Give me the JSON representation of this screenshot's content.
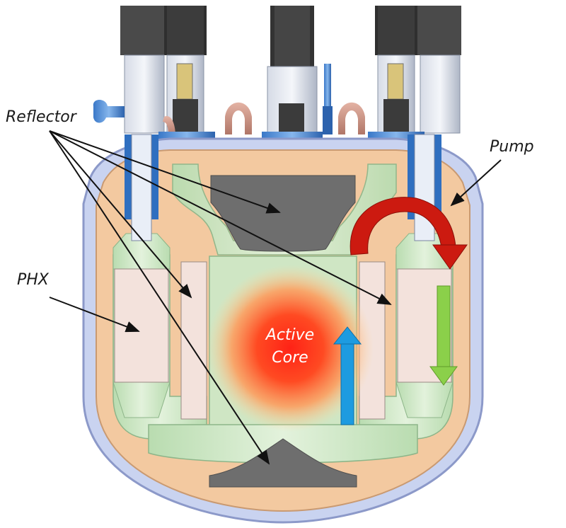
{
  "labels": {
    "reflector": "Reflector",
    "pump": "Pump",
    "phx": "PHX",
    "core_line1": "Active",
    "core_line2": "Core"
  },
  "colors": {
    "vessel_outline": "#b9c6ea",
    "reflector_fill": "#f3c9a0",
    "salt_flow": "#cfe6c4",
    "graphite": "#6e6e6e",
    "phx_fill": "#f3e2dc",
    "core_hot": "#ff2a1a",
    "arrow_up": "#1d9be0",
    "arrow_down": "#8bd04a",
    "arrow_pump": "#cc1a10",
    "drive_dark": "#3a3a3a"
  },
  "icons": {
    "pump_arrow": "curved-red-arrow",
    "core_flow_arrow": "blue-up-arrow",
    "downcomer_arrow": "green-down-arrow"
  }
}
